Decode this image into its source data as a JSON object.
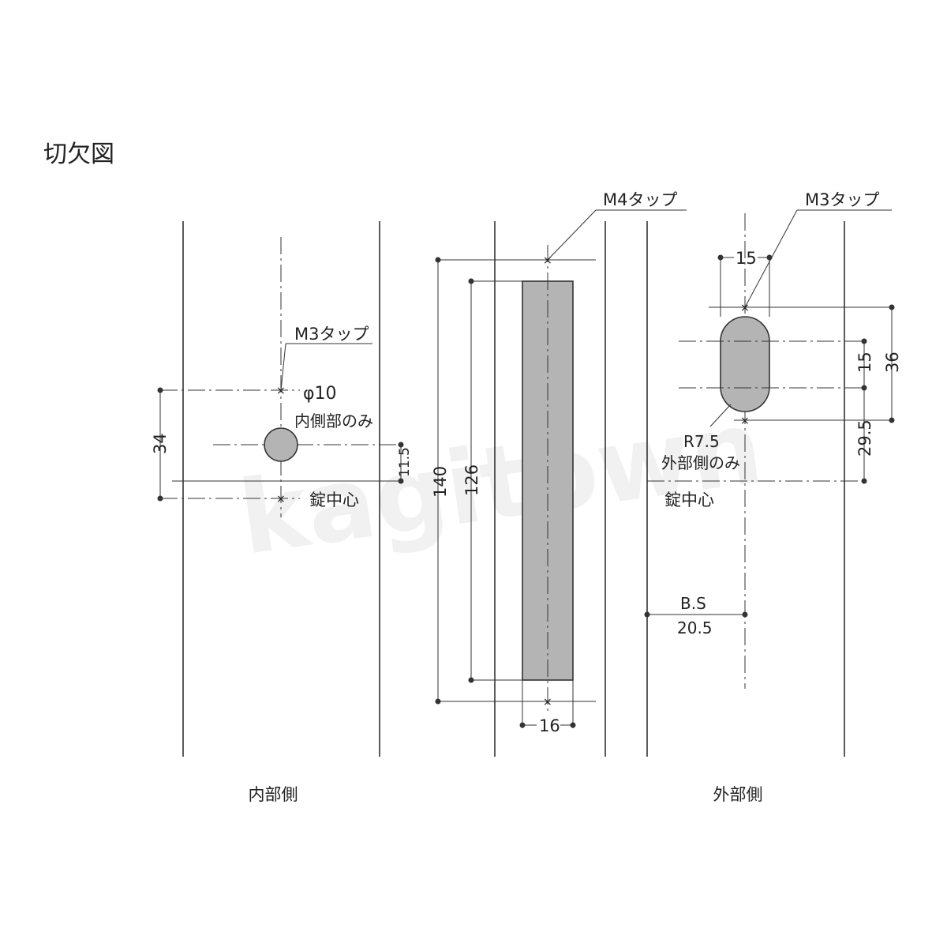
{
  "title": "切欠図",
  "colors": {
    "line": "#333333",
    "fill": "#b4b4b4",
    "watermark": "#f2f2f2"
  },
  "watermark": "kagitown",
  "inner_side": {
    "caption": "内部側",
    "tap_label": "M3タップ",
    "hole_label": "φ10",
    "hole_note": "内側部のみ",
    "center_label": "錠中心",
    "dim_total": "34",
    "dim_offset": "11.5"
  },
  "edge_view": {
    "tap_label": "M4タップ",
    "dim_outer": "140",
    "dim_inner": "126",
    "dim_width": "16"
  },
  "outer_side": {
    "caption": "外部側",
    "tap_label": "M3タップ",
    "dim_width": "15",
    "dim_slot": "15",
    "dim_total": "36",
    "dim_offset": "29.5",
    "radius_label": "R7.5",
    "radius_note": "外部側のみ",
    "center_label": "錠中心",
    "backset_label": "B.S",
    "backset_value": "20.5"
  }
}
